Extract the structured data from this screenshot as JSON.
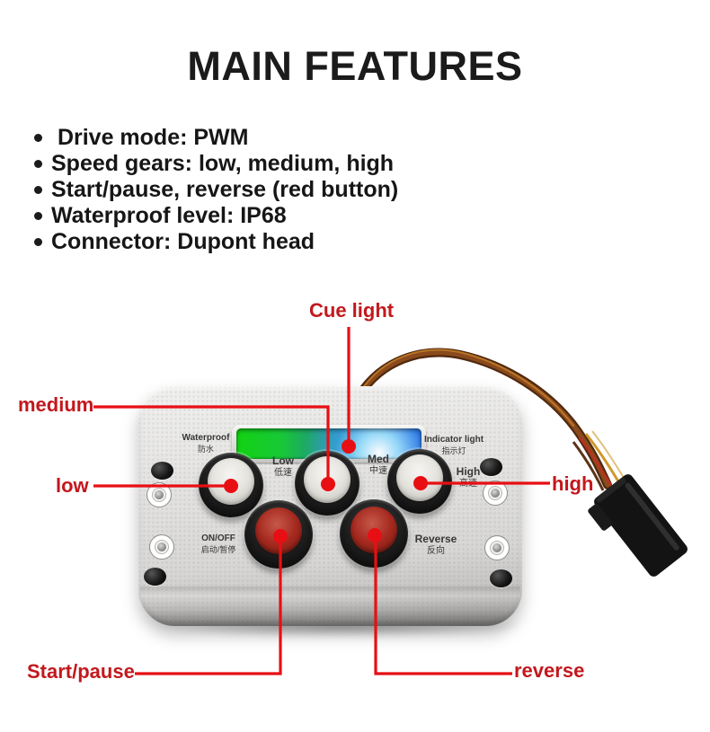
{
  "title": "MAIN FEATURES",
  "features": [
    " Drive mode: PWM",
    "Speed gears: low, medium, high",
    "Start/pause, reverse (red button)",
    "Waterproof level: IP68",
    "Connector: Dupont head"
  ],
  "device": {
    "labels": {
      "waterproof_en": "Waterproof",
      "waterproof_zh": "防水",
      "indicator_en": "Indicator light",
      "indicator_zh": "指示灯",
      "low_en": "Low",
      "low_zh": "低速",
      "med_en": "Med",
      "med_zh": "中速",
      "high_en": "High",
      "high_zh": "高速",
      "onoff_en": "ON/OFF",
      "onoff_zh": "启动/暂停",
      "reverse_en": "Reverse",
      "reverse_zh": "反向"
    }
  },
  "callouts": {
    "cue_light": "Cue light",
    "medium": "medium",
    "low": "low",
    "high": "high",
    "start_pause": "Start/pause",
    "reverse": "reverse"
  },
  "colors": {
    "annotation_line": "#e80f14",
    "annotation_text": "#c2181d",
    "screen_green": "#12d212",
    "screen_blue": "#1443d6",
    "red_button_cap": "#a5291e"
  }
}
